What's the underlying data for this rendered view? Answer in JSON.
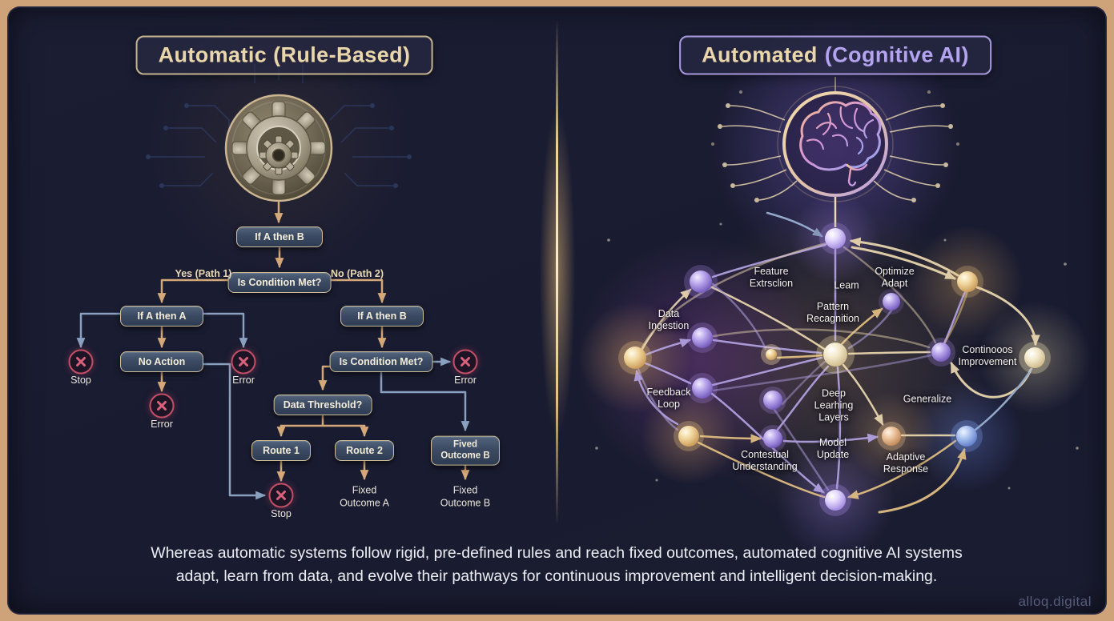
{
  "colors": {
    "frame": "#cfa379",
    "panel_bg": "#1a1c31",
    "arrow_tan": "#d4a878",
    "arrow_blue": "#8aa0bf",
    "error_red": "#c24f66",
    "title_cream": "#e9d6ab",
    "title_purple": "#b4a3ef"
  },
  "left_panel": {
    "title": "Automatic (Rule-Based)",
    "gear_icon": "gear",
    "boxes": {
      "start": "If A then B",
      "condition1": "Is Condition Met?",
      "if_a_then_a": "If A then A",
      "no_action": "No Action",
      "if_a_then_b": "If A then B",
      "condition2": "Is Condition Met?",
      "data_threshold": "Data Threshold?",
      "route1": "Route 1",
      "route2": "Route 2",
      "fived_outcome_b": "Fived\nOutcome B"
    },
    "edge_labels": {
      "yes": "Yes (Path 1)",
      "no": "No (Path 2)"
    },
    "terminals": {
      "stop1": "Stop",
      "error1": "Error",
      "error2": "Error",
      "error3": "Error",
      "stop2": "Stop",
      "fixed_outcome_a": "Fixed\nOutcome A",
      "fixed_outcome_b": "Fixed\nOutcome B"
    }
  },
  "right_panel": {
    "title_part1": "Automated",
    "title_part2": "(Cognitive AI)",
    "brain_icon": "brain",
    "labels": {
      "feature": "Feature\nExtrsclion",
      "learn": "Leam",
      "optimize": "Optimize\nAdapt",
      "data_ingestion": "Data\nIngestion",
      "pattern": "Pattern\nRecagnition",
      "continuous": "Continooos\nImprovement",
      "feedback": "Feedback\nLoop",
      "deep": "Deep\nLearhing\nLayers",
      "generalize": "Generalize",
      "contextual": "Contestual\nUnderstanding",
      "model": "Model\nUpdate",
      "adaptive": "Adaptive\nResponse"
    }
  },
  "caption": "Whereas automatic systems follow rigid, pre-defined rules and reach fixed outcomes, automated cognitive AI systems\nadapt, learn from data, and evolve their pathways for continuous improvement and intelligent decision-making.",
  "watermark": "alloq.digital"
}
